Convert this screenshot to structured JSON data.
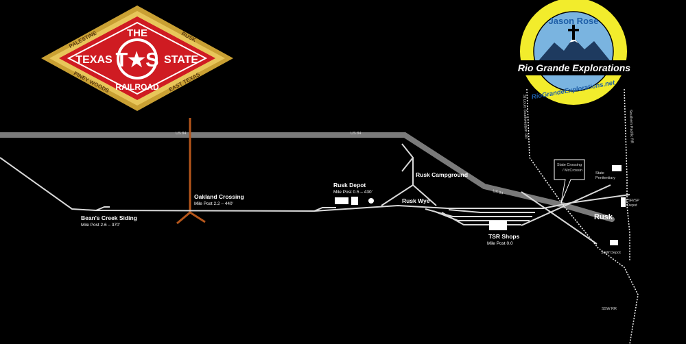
{
  "logo_left": {
    "top": "THE",
    "left": "TEXAS",
    "right": "STATE",
    "mono": "T★S",
    "bottom": "RAILROAD",
    "arc_top_left": "PALESTINE",
    "arc_top_right": "RUSK",
    "arc_bottom_left": "PINEY WOODS",
    "arc_bottom_right": "EAST TEXAS",
    "colors": {
      "outer": "#c9a033",
      "inner": "#cf1b22",
      "text": "#ffffff"
    }
  },
  "logo_right": {
    "name": "Jason Rose",
    "brand": "Rio Grande Explorations",
    "url": "RioGrandeExplorations.net",
    "colors": {
      "ring": "#f2ec2c",
      "sky": "#7ab4e0",
      "mountain": "#1e3a5f"
    }
  },
  "highway": {
    "label1": "US 84",
    "label2": "US 84",
    "label3": "US 84"
  },
  "places": {
    "beans_creek": {
      "name": "Bean's Creek Siding",
      "mile": "Mile Post 2.6 – 370'"
    },
    "oakland": {
      "name": "Oakland Crossing",
      "mile": "Mile Post 2.2 – 440'"
    },
    "rusk_depot": {
      "name": "Rusk Depot",
      "mile": "Mile Post 0.5 – 430'"
    },
    "campground": {
      "name": "Rusk Campground"
    },
    "wye": {
      "name": "Rusk Wye"
    },
    "shops": {
      "name": "TSR Shops",
      "mile": "Mile Post 0.0"
    },
    "rusk": {
      "name": "Rusk"
    },
    "state_crossing": {
      "name1": "State Crossing",
      "name2": "/ McCrossin"
    },
    "state_pen": {
      "name1": "State",
      "name2": "Penitentiary"
    },
    "tsr_sp": {
      "name1": "TSR/SP",
      "name2": "Depot"
    },
    "ssw_depot": {
      "name": "SSW Depot"
    },
    "ssw_rr": {
      "name": "SSW RR"
    },
    "stl_sw": {
      "name": "St Louis Southwestern RR"
    },
    "sp_rr": {
      "name": "Southern Pacific RR"
    }
  },
  "colors": {
    "track": "#d9d9d9",
    "road": "#7a7a7a",
    "oakland_road": "#b5561b"
  }
}
